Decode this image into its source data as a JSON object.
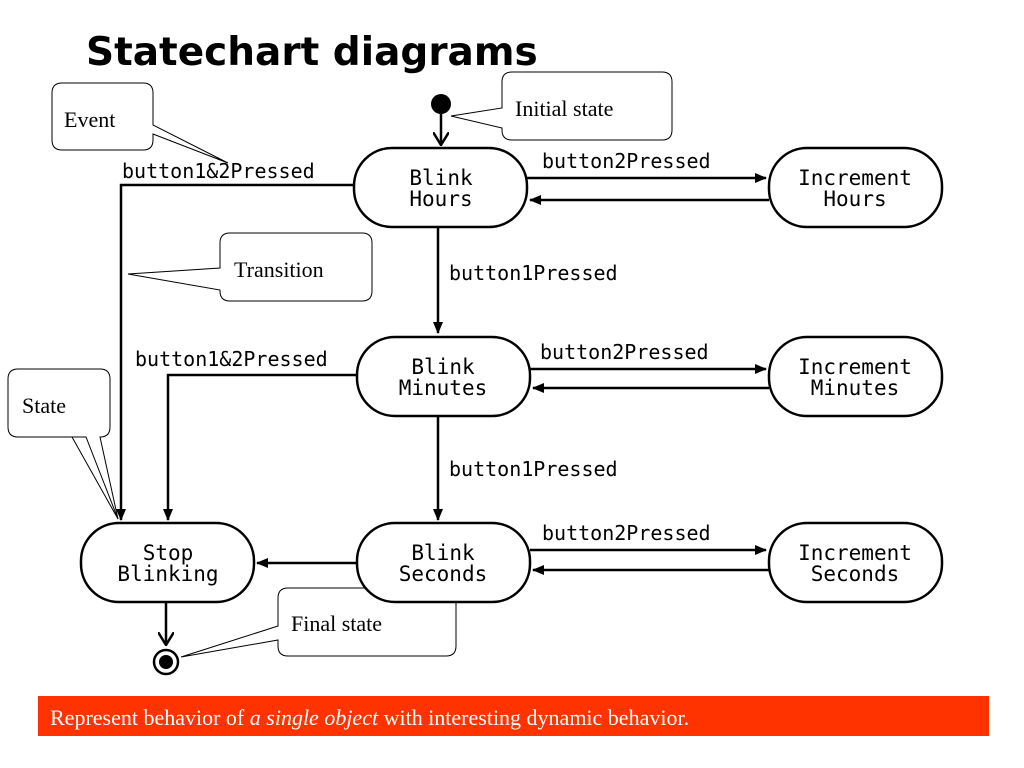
{
  "title": "Statechart diagrams",
  "states": {
    "blink_hours": [
      "Blink",
      "Hours"
    ],
    "increment_hours": [
      "Increment",
      "Hours"
    ],
    "blink_minutes": [
      "Blink",
      "Minutes"
    ],
    "increment_minutes": [
      "Increment",
      "Minutes"
    ],
    "blink_seconds": [
      "Blink",
      "Seconds"
    ],
    "increment_seconds": [
      "Increment",
      "Seconds"
    ],
    "stop_blinking": [
      "Stop",
      "Blinking"
    ]
  },
  "events": {
    "hours_to_increment": "button2Pressed",
    "hours_to_minutes": "button1Pressed",
    "hours_to_stop": "button1&2Pressed",
    "minutes_to_increment": "button2Pressed",
    "minutes_to_seconds": "button1Pressed",
    "minutes_to_stop": "button1&2Pressed",
    "seconds_to_increment": "button2Pressed"
  },
  "callouts": {
    "event": "Event",
    "initial_state": "Initial state",
    "transition": "Transition",
    "state": "State",
    "final_state": "Final state"
  },
  "banner": {
    "prefix": "Represent behavior of ",
    "emphasis": "a single object",
    "suffix": " with interesting dynamic behavior."
  },
  "colors": {
    "banner": "#ff3300",
    "banner_text": "#ffffff",
    "ink": "#000000"
  }
}
